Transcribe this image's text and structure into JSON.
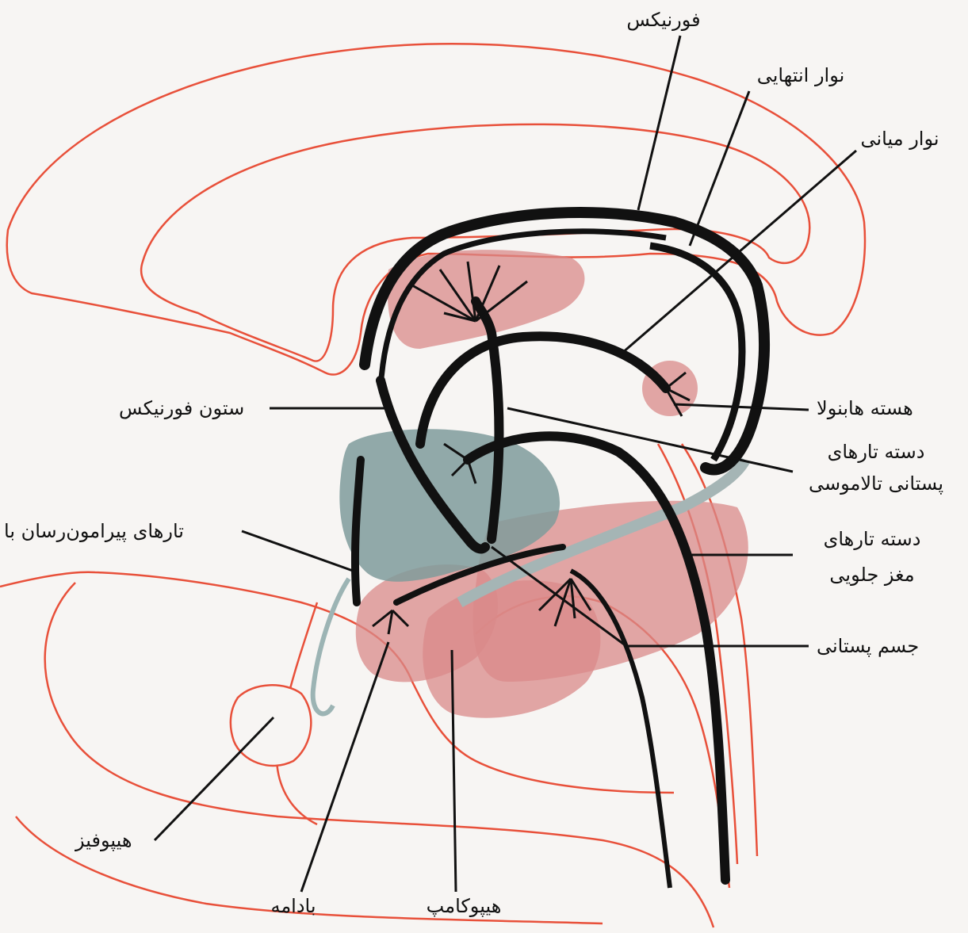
{
  "labels": {
    "fornix": "فورنیکس",
    "stria_terminalis": "نوار انتهایی",
    "stria_medullaris": "نوار میانی",
    "fornix_column": "ستون فورنیکس",
    "habenular_nucleus": "هسته هابنولا",
    "mammillothalamic_tract_line1": "دسته تارهای",
    "mammillothalamic_tract_line2": "پستانی تالاموسی",
    "amygdalofugal_fibers": "تارهای پیرامون‌رسان با",
    "forebrain_bundle_line1": "دسته تارهای",
    "forebrain_bundle_line2": "مغز جلویی",
    "mammillary_body": "جسم پستانی",
    "hypophysis": "هیپوفیز",
    "amygdala": "بادامه",
    "hippocampus": "هیپوکامپ"
  },
  "colors": {
    "outline": "#e8503a",
    "pink_region": "#d98a8a",
    "gray_region": "#7f9b9b",
    "tract": "#111111",
    "background": "#f7f5f3"
  }
}
